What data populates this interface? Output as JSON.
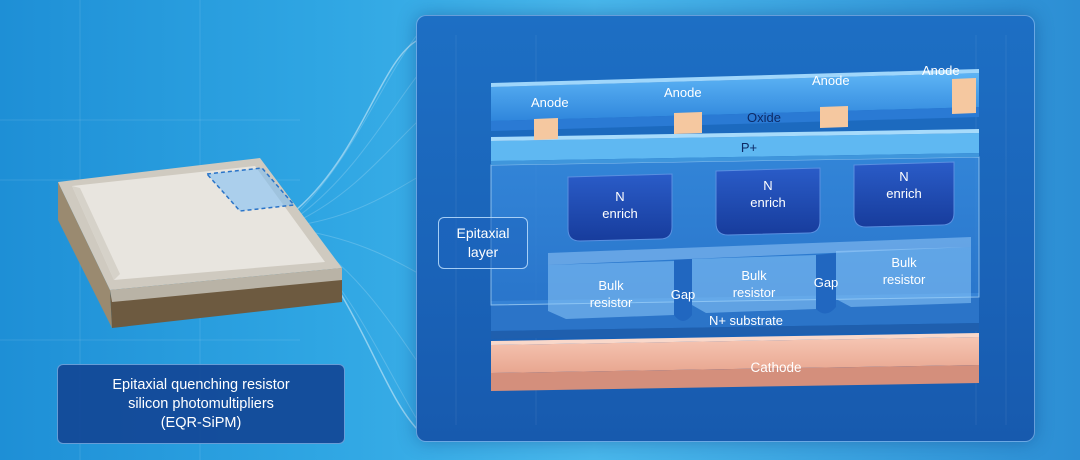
{
  "caption": {
    "line1": "Epitaxial quenching resistor",
    "line2": "silicon photomultipliers",
    "line3": "(EQR-SiPM)"
  },
  "labels": {
    "anode": "Anode",
    "oxide": "Oxide",
    "p_plus": "P+",
    "n_enrich_line1": "N",
    "n_enrich_line2": "enrich",
    "epitaxial_line1": "Epitaxial",
    "epitaxial_line2": "layer",
    "bulk_line1": "Bulk",
    "bulk_line2": "resistor",
    "gap": "Gap",
    "n_plus_substrate": "N+ substrate",
    "cathode": "Cathode"
  },
  "colors": {
    "panel": "#1a63b8",
    "oxide": "#3f9be8",
    "p_plus": "#5fb8f2",
    "n_enrich": "#1b44a8",
    "substrate": "#2b74c8",
    "cathode": "#f2b8a6",
    "anode_pad": "#f5c8a0"
  }
}
